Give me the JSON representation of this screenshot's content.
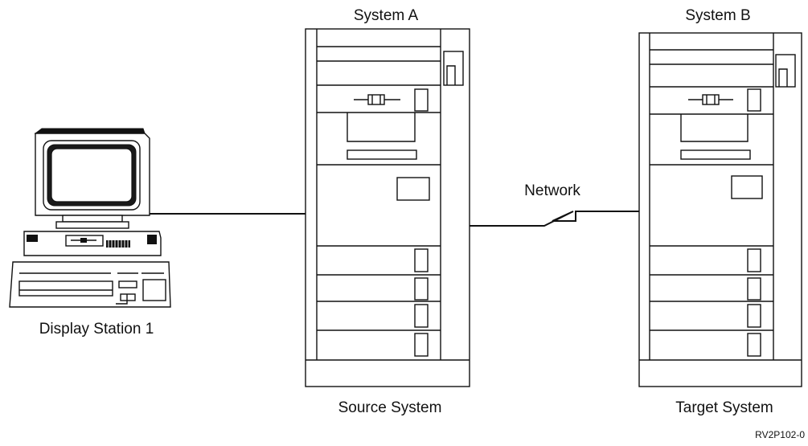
{
  "system_a": {
    "title": "System A",
    "caption": "Source System"
  },
  "system_b": {
    "title": "System B",
    "caption": "Target System"
  },
  "display_station": {
    "caption": "Display Station 1"
  },
  "network": {
    "label": "Network"
  },
  "figure_id": "RV2P102-0"
}
